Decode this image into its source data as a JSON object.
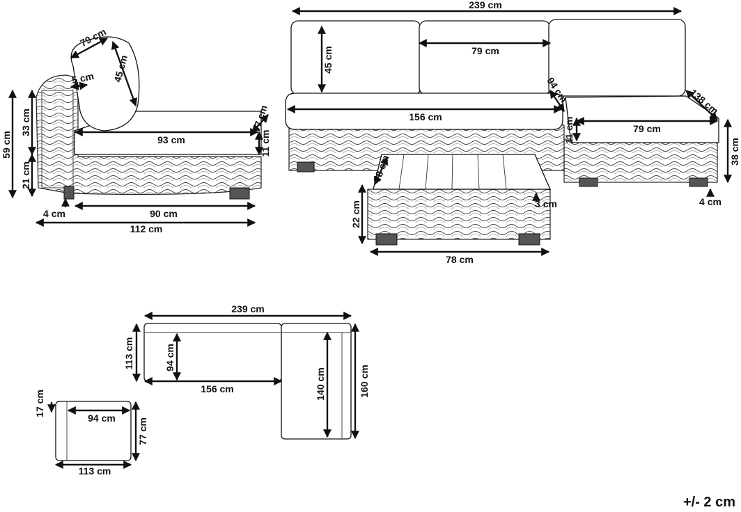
{
  "tolerance": "+/- 2 cm",
  "armchair": {
    "seat_depth": "93 cm",
    "base_length": "90 cm",
    "total_length": "112 cm",
    "total_height": "59 cm",
    "back_height": "33 cm",
    "base_height": "21 cm",
    "leg_height": "4 cm",
    "cushion_width": "79 cm",
    "cushion_height": "45 cm",
    "cushion_thickness": "5 cm",
    "seat_width": "77 cm",
    "seat_height": "11 cm"
  },
  "sofa": {
    "total_width": "239 cm",
    "cushion_height": "45 cm",
    "cushion_width": "79 cm",
    "seat_depth": "94 cm",
    "seat_length": "156 cm",
    "lounger_length": "138 cm",
    "lounger_width": "79 cm",
    "seat_height": "11 cm",
    "total_height": "38 cm",
    "leg_height": "4 cm"
  },
  "table": {
    "depth": "78 cm",
    "top_thickness": "3 cm",
    "height": "22 cm",
    "width": "78 cm"
  },
  "plan_sofa": {
    "width": "239 cm",
    "depth_left": "113 cm",
    "seat_depth": "94 cm",
    "seat_length": "156 cm",
    "lounger_seat": "140 cm",
    "lounger_total": "160 cm"
  },
  "plan_chair": {
    "arm": "17 cm",
    "seat": "94 cm",
    "depth": "77 cm",
    "width": "113 cm"
  }
}
